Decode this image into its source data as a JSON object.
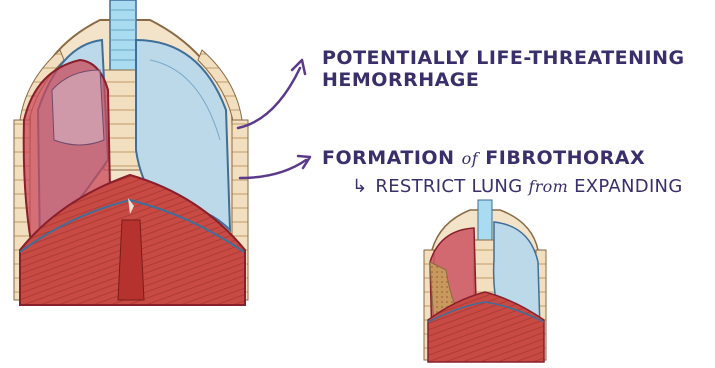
{
  "labels": {
    "hemorrhage_line1": "POTENTIALLY LIFE-THREATENING",
    "hemorrhage_line2": "HEMORRHAGE",
    "fibrothorax_a": "FORMATION",
    "fibrothorax_of": "of",
    "fibrothorax_b": "FIBROTHORAX",
    "restrict_hook": "↳",
    "restrict_a": "RESTRICT LUNG",
    "restrict_from": "from",
    "restrict_b": "EXPANDING"
  },
  "colors": {
    "text": "#3a2f6b",
    "arrow": "#5b3a8c",
    "lung": "#bcd9ea",
    "lung_outline": "#3d6f9a",
    "blood": "#c94a5a",
    "muscle": "#c0453f",
    "rib": "#e8cfa6",
    "spine": "#a9dcf0",
    "fibrosis": "#c9a06a"
  },
  "icons": [
    "curved-arrow-icon",
    "curved-arrow-icon"
  ]
}
